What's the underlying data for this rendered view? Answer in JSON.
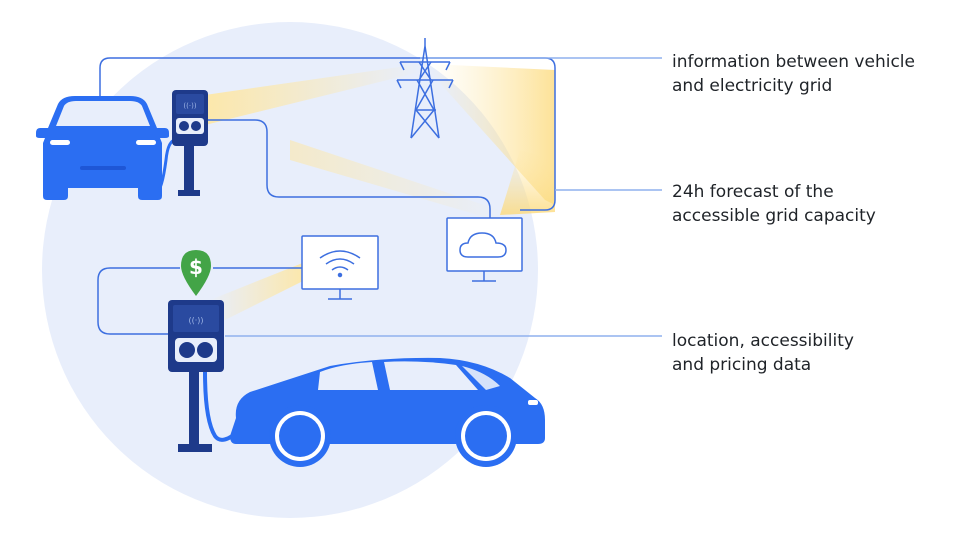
{
  "colors": {
    "primary_blue": "#2b6ef2",
    "dark_navy": "#1e3a8a",
    "light_circle": "#e8eefb",
    "line_blue": "#3d6fe0",
    "highlight_yellow": "#fce8a8",
    "price_green": "#43a447",
    "text": "#1f2328"
  },
  "icons": [
    "car-front-icon",
    "charging-station-icon",
    "power-pylon-icon",
    "cloud-monitor-icon",
    "wifi-monitor-icon",
    "dollar-pin-icon",
    "car-side-icon"
  ],
  "labels": {
    "grid_info": {
      "line1": "information between vehicle",
      "line2": "and electricity grid"
    },
    "forecast": {
      "line1": "24h forecast of the",
      "line2": "accessible grid capacity"
    },
    "location": {
      "line1": "location, accessibility",
      "line2": "and pricing data"
    }
  },
  "price_pin_symbol": "$"
}
